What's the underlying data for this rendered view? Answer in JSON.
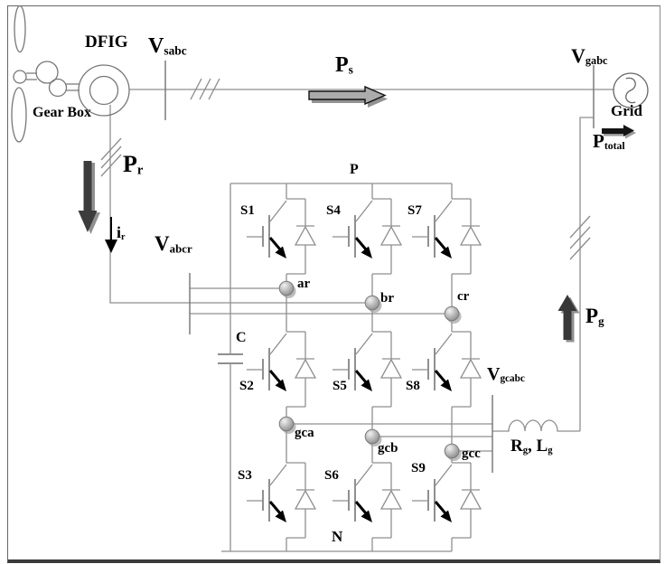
{
  "labels": {
    "dfig": "DFIG",
    "gearbox": "Gear Box",
    "grid": "Grid",
    "vsabc": {
      "main": "V",
      "sub": "sabc"
    },
    "vgabc": {
      "main": "V",
      "sub": "gabc"
    },
    "vabcr": {
      "main": "V",
      "sub": "abcr"
    },
    "vgcabc": {
      "main": "V",
      "sub": "gcabc"
    },
    "ps": {
      "main": "P",
      "sub": "s"
    },
    "pr": {
      "main": "P",
      "sub": "r"
    },
    "pg": {
      "main": "P",
      "sub": "g"
    },
    "ptotal": {
      "main": "P",
      "sub": "total"
    },
    "ir": {
      "main": "i",
      "sub": "r"
    },
    "filter": {
      "r": "R",
      "rsub": "g",
      "sep": ", ",
      "l": "L",
      "lsub": "g"
    },
    "dc_plus": "P",
    "dc_minus": "N",
    "capacitor": "C"
  },
  "switches": [
    "S1",
    "S2",
    "S3",
    "S4",
    "S5",
    "S6",
    "S7",
    "S8",
    "S9"
  ],
  "rotor_nodes": [
    "ar",
    "br",
    "cr"
  ],
  "grid_nodes": [
    "gca",
    "gcb",
    "gcc"
  ],
  "colors": {
    "wire": "#8a8a8a",
    "symbol_stroke": "#777777",
    "arrow_dark": "#3a3a3a",
    "arrow_gray": "#ababab",
    "node_fill": "#b9b9b9",
    "text": "#000000"
  }
}
